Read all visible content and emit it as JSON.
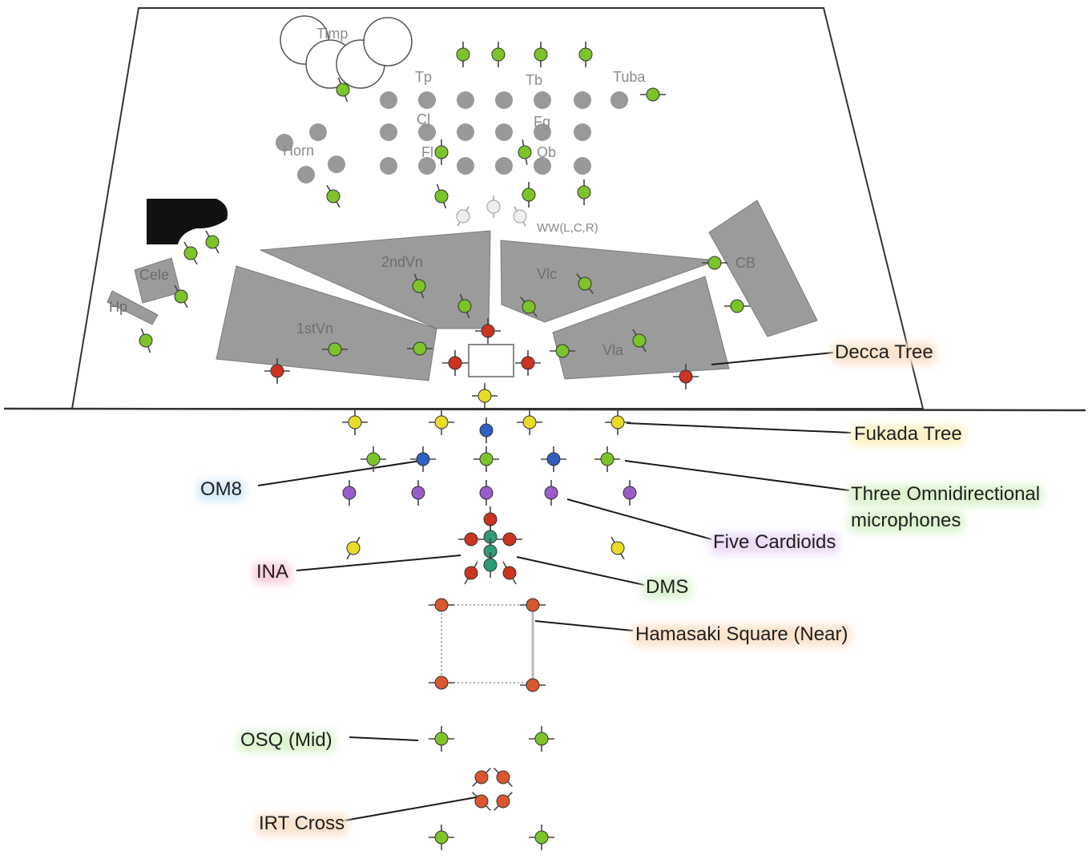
{
  "colors": {
    "stage_fill": "#ffffff",
    "stage_stroke": "#333333",
    "section_fill": "#9a9a9a",
    "seat_fill": "#999999",
    "piano": "#111111",
    "mic_green": "#7cc42a",
    "mic_red": "#cc3322",
    "mic_yellow": "#e8dc2a",
    "mic_blue": "#2f5fbf",
    "mic_purple": "#9a5cc8",
    "mic_teal": "#2f9a78",
    "mic_orange": "#d9562e",
    "halo_orange": "#fbe3cc",
    "halo_yellow": "#fbf3c6",
    "halo_green": "#dcf5d0",
    "halo_blue": "#d6ebfa",
    "halo_purple": "#eedcf8",
    "halo_red": "#fad0dc"
  },
  "stage": {
    "instruments": {
      "timp": "Timp",
      "tp": "Tp",
      "tb": "Tb",
      "tuba": "Tuba",
      "cl": "Cl",
      "fg": "Fg",
      "horn": "Horn",
      "fl": "Fl",
      "ob": "Ob",
      "ww": "WW(L,C,R)",
      "cele": "Cele",
      "hp": "Hp",
      "vn2": "2ndVn",
      "vlc": "Vlc",
      "cb": "CB",
      "vn1": "1stVn",
      "vla": "Vla"
    }
  },
  "annotations": {
    "decca_tree": "Decca Tree",
    "fukada_tree": "Fukada Tree",
    "om8": "OM8",
    "three_omni_line1": "Three Omnidirectional",
    "three_omni_line2": "microphones",
    "five_cardioids": "Five Cardioids",
    "ina": "INA",
    "dms": "DMS",
    "hamasaki": "Hamasaki Square (Near)",
    "osq": "OSQ (Mid)",
    "irt": "IRT Cross"
  }
}
